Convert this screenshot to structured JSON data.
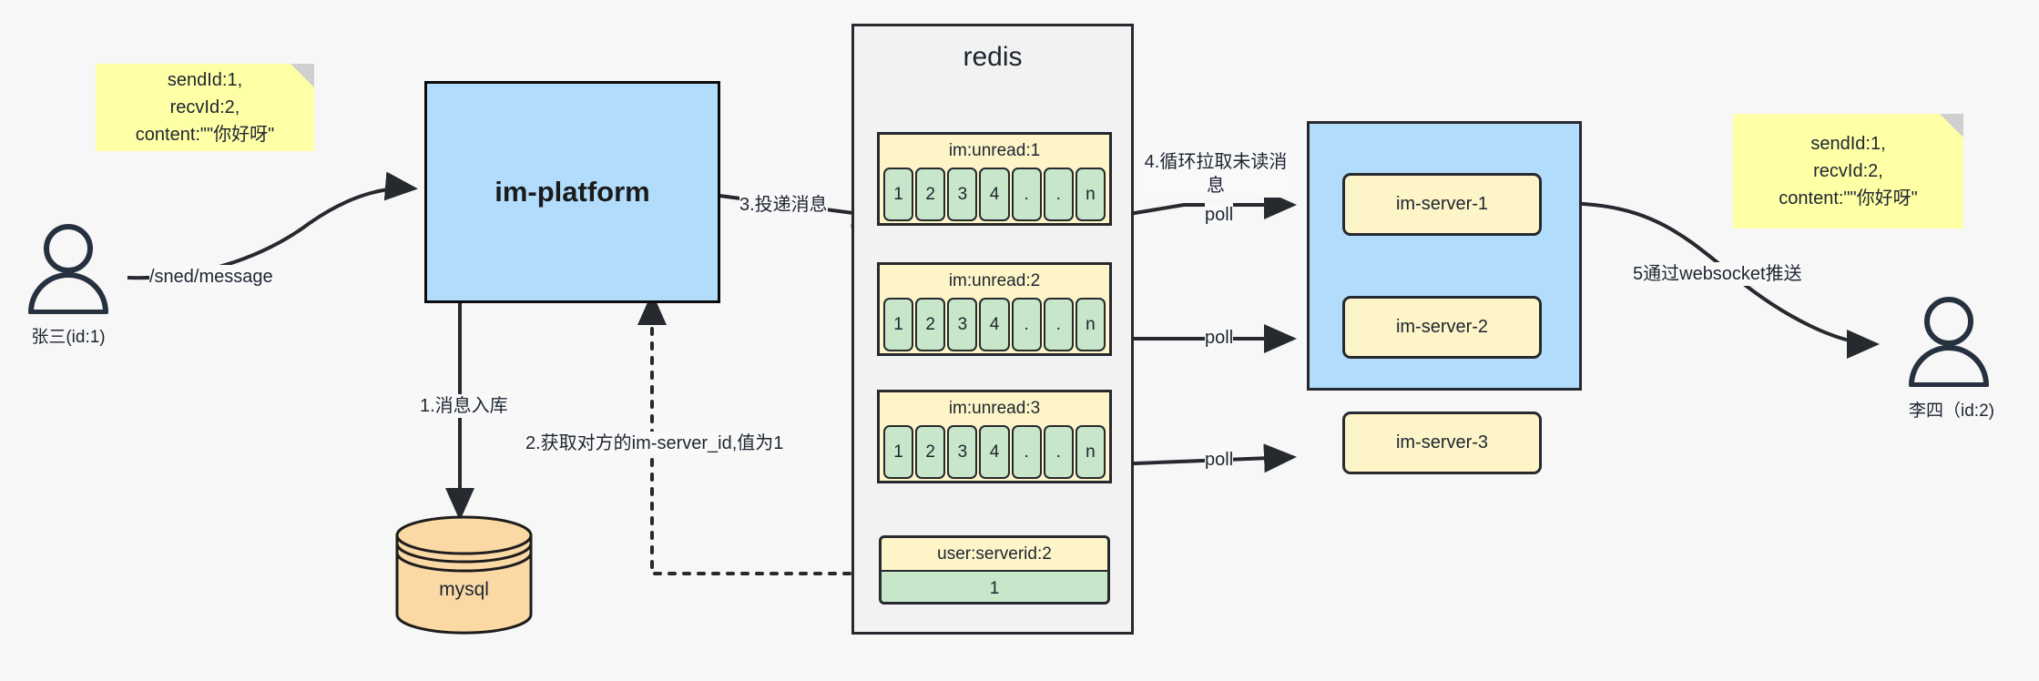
{
  "diagram": {
    "title": "IM message delivery architecture",
    "colors": {
      "note_yellow": "#ffffa6",
      "box_blue": "#b1dcfb",
      "cell_green": "#c8e6c9",
      "key_yellow": "#fdf4c8",
      "db_orange": "#fad9a5",
      "stroke": "#26292e",
      "canvas": "#f7f7f8"
    }
  },
  "notes": {
    "left": "sendId:1,\nrecvId:2,\ncontent:\"\"你好呀\"",
    "right": "sendId:1,\nrecvId:2,\ncontent:\"\"你好呀\""
  },
  "people": {
    "sender": {
      "icon": "user-icon",
      "label": "张三(id:1)"
    },
    "receiver": {
      "icon": "user-icon",
      "label": "李四（id:2)"
    }
  },
  "platform": {
    "label": "im-platform"
  },
  "database": {
    "label": "mysql",
    "shape": "cylinder"
  },
  "redis": {
    "title": "redis",
    "lists": [
      {
        "key": "im:unread:1",
        "cells": [
          "1",
          "2",
          "3",
          "4",
          ".",
          ".",
          "n"
        ]
      },
      {
        "key": "im:unread:2",
        "cells": [
          "1",
          "2",
          "3",
          "4",
          ".",
          ".",
          "n"
        ]
      },
      {
        "key": "im:unread:3",
        "cells": [
          "1",
          "2",
          "3",
          "4",
          ".",
          ".",
          "n"
        ]
      }
    ],
    "kv": {
      "key": "user:serverid:2",
      "value": "1"
    }
  },
  "server_cluster": {
    "servers": [
      {
        "label": "im-server-1"
      },
      {
        "label": "im-server-2"
      },
      {
        "label": "im-server-3"
      }
    ]
  },
  "edges": {
    "send_message": "/sned/message",
    "step1": "1.消息入库",
    "step2": "2.获取对方的im-server_id,值为1",
    "step3": "3.投递消息",
    "step4": "4.循环拉取未读消\n息",
    "poll1": "poll",
    "poll2": "poll",
    "poll3": "poll",
    "step5": "5通过websocket推送"
  }
}
